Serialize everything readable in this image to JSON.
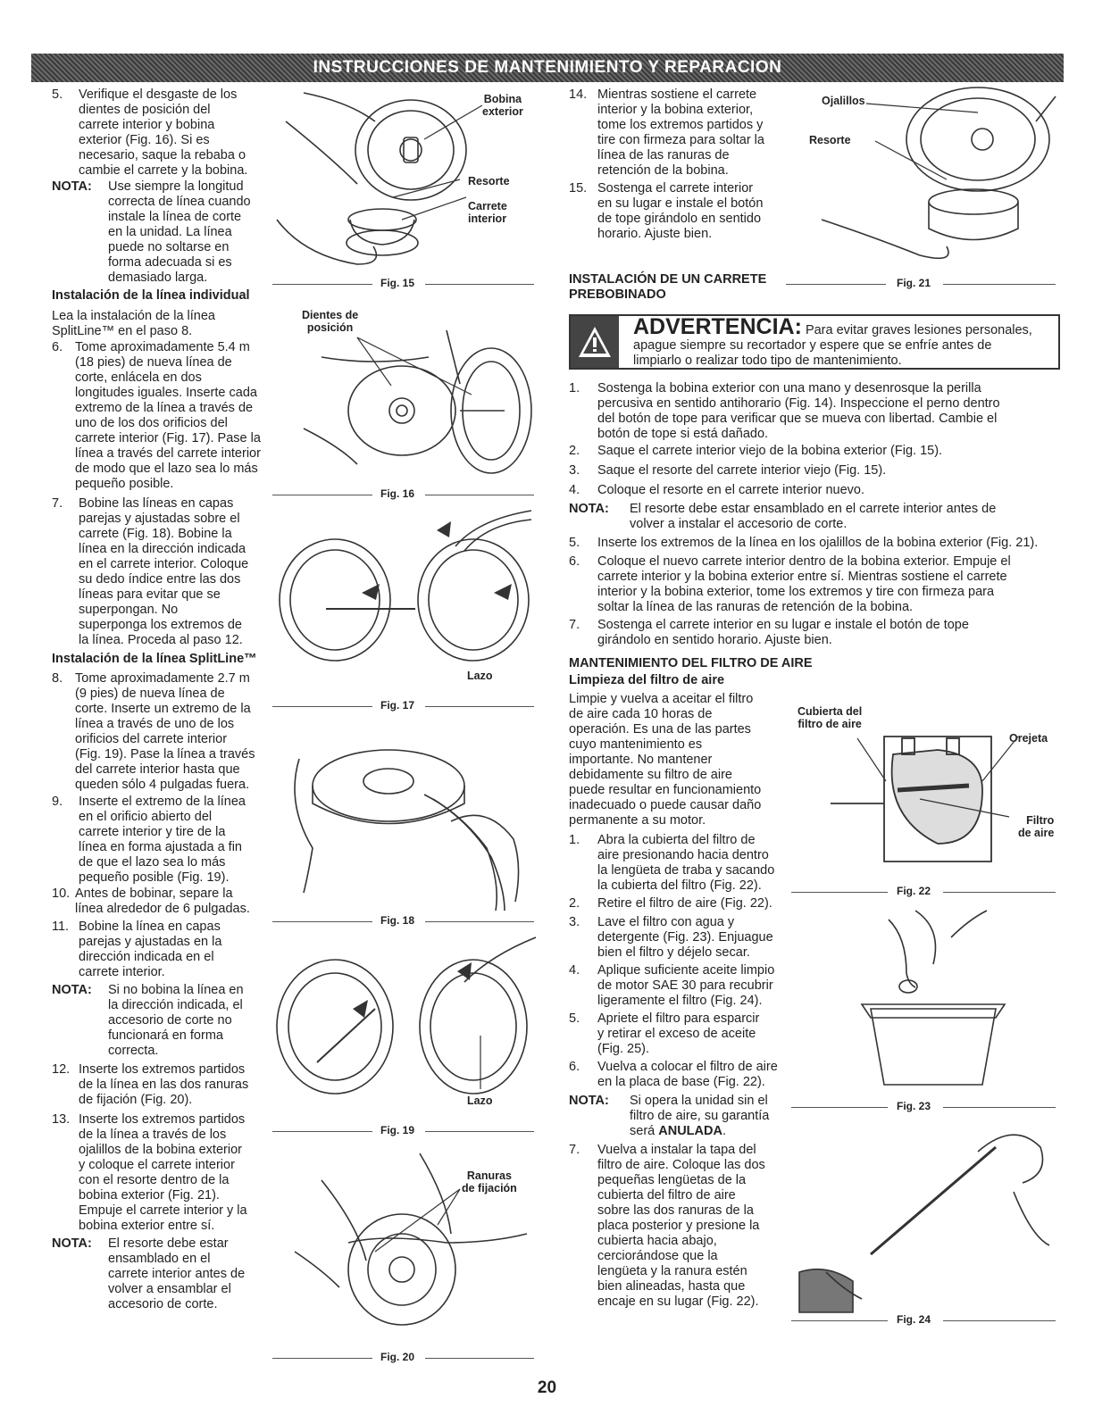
{
  "banner": "INSTRUCCIONES DE MANTENIMIENTO Y REPARACION",
  "page_number": "20",
  "left": {
    "s5_num": "5.",
    "s5_lines": [
      "Verifique el desgaste de los",
      "dientes de posición del",
      "carrete interior y bobina",
      "exterior (Fig. 16). Si es",
      "necesario, saque la rebaba o",
      "cambie el carrete y la bobina."
    ],
    "nota1_label": "NOTA:",
    "nota1_lines": [
      "Use siempre la longitud",
      "correcta de línea cuando",
      "instale la línea de corte",
      "en la unidad. La línea",
      "puede no soltarse en",
      "forma adecuada si es",
      "demasiado larga."
    ],
    "h_individual": "Instalación de la línea individual",
    "intro_lines": [
      "Lea la instalación de la línea",
      "SplitLine™ en el paso 8."
    ],
    "s6_num": "6.",
    "s6_lines": [
      "Tome aproximadamente 5.4 m",
      "(18 pies) de nueva línea de",
      "corte, enlácela en dos",
      "longitudes iguales. Inserte cada",
      "extremo de la línea a través de",
      "uno de los dos orificios del",
      "carrete interior (Fig. 17). Pase la",
      "línea a través del carrete interior",
      "de modo que el lazo sea lo más",
      "pequeño posible."
    ],
    "s7_num": "7.",
    "s7_lines": [
      "Bobine las líneas en capas",
      "parejas y ajustadas sobre el",
      "carrete (Fig. 18). Bobine la",
      "línea en la dirección indicada",
      "en el carrete interior. Coloque",
      "su dedo índice entre las dos",
      "líneas para evitar que se",
      "superpongan. No",
      "superponga los extremos de",
      "la línea. Proceda al paso 12."
    ],
    "h_splitline": "Instalación de la línea SplitLine™",
    "s8_num": "8.",
    "s8_lines": [
      "Tome aproximadamente 2.7 m",
      "(9 pies) de nueva línea de",
      "corte. Inserte un extremo de la",
      "línea a través de uno de los",
      "orificios del carrete interior",
      "(Fig. 19). Pase la línea a través",
      "del carrete interior hasta que",
      "queden sólo 4 pulgadas fuera."
    ],
    "s9_num": "9.",
    "s9_lines": [
      "Inserte el extremo de la línea",
      "en el orificio abierto del",
      "carrete interior y tire de la",
      "línea en forma ajustada a fin",
      "de que el lazo sea lo más",
      "pequeño posible (Fig. 19)."
    ],
    "s10_num": "10.",
    "s10_lines": [
      "Antes de bobinar, separe la",
      "línea alrededor de 6 pulgadas."
    ],
    "s11_num": "11.",
    "s11_lines": [
      "Bobine la línea en capas",
      "parejas y ajustadas en la",
      "dirección indicada en el",
      "carrete interior."
    ],
    "nota2_label": "NOTA:",
    "nota2_lines": [
      "Si no bobina la línea en",
      "la dirección indicada, el",
      "accesorio de corte no",
      "funcionará en forma",
      "correcta."
    ],
    "s12_num": "12.",
    "s12_lines": [
      "Inserte los extremos partidos",
      "de la línea en las dos ranuras",
      "de fijación (Fig. 20)."
    ],
    "s13_num": "13.",
    "s13_lines": [
      "Inserte los extremos partidos",
      "de la línea a través de los",
      "ojalillos de la bobina exterior",
      "y coloque el carrete interior",
      "con el resorte dentro de la",
      "bobina exterior (Fig. 21).",
      "Empuje el carrete interior y la",
      "bobina exterior entre sí."
    ],
    "nota3_label": "NOTA:",
    "nota3_lines": [
      "El resorte debe estar",
      "ensamblado en el",
      "carrete interior antes de",
      "volver a ensamblar el",
      "accesorio de corte."
    ]
  },
  "figures": {
    "fig15": "Fig. 15",
    "fig16": "Fig. 16",
    "fig17": "Fig. 17",
    "fig18": "Fig. 18",
    "fig19": "Fig. 19",
    "fig20": "Fig. 20",
    "fig21": "Fig. 21",
    "fig22": "Fig. 22",
    "fig23": "Fig. 23",
    "fig24": "Fig. 24",
    "lbl_bobina_1": "Bobina",
    "lbl_bobina_2": "exterior",
    "lbl_resorte": "Resorte",
    "lbl_carrete_1": "Carrete",
    "lbl_carrete_2": "interior",
    "lbl_dientes_1": "Dientes de",
    "lbl_dientes_2": "posición",
    "lbl_lazo_17": "Lazo",
    "lbl_lazo_19": "Lazo",
    "lbl_ranuras_1": "Ranuras",
    "lbl_ranuras_2": "de fijación",
    "lbl_ojalillos": "Ojalillos",
    "lbl_resorte_21": "Resorte",
    "lbl_cubierta_1": "Cubierta del",
    "lbl_cubierta_2": "filtro de aire",
    "lbl_orejeta": "Orejeta",
    "lbl_filtro_1": "Filtro",
    "lbl_filtro_2": "de aire"
  },
  "right": {
    "s14_num": "14.",
    "s14_lines": [
      "Mientras sostiene el carrete",
      "interior y la bobina exterior,",
      "tome los extremos partidos y",
      "tire con firmeza para soltar la",
      "línea de las ranuras de",
      "retención de la bobina."
    ],
    "s15_num": "15.",
    "s15_lines": [
      "Sostenga el carrete interior",
      "en su lugar e instale el botón",
      "de tope girándolo en sentido",
      "horario. Ajuste bien."
    ],
    "h_prebobinado_1": "INSTALACIÓN DE UN CARRETE",
    "h_prebobinado_2": "PREBOBINADO",
    "warning_title": "ADVERTENCIA:",
    "warning_first": "Para evitar graves lesiones personales,",
    "warning_lines": [
      "apague siempre su recortador y espere que se enfríe antes de",
      "limpiarlo o realizar todo tipo de mantenimiento."
    ],
    "p1_num": "1.",
    "p1_lines": [
      "Sostenga la bobina exterior con una mano y desenrosque la perilla",
      "percusiva en sentido antihorario (Fig. 14). Inspeccione el perno dentro",
      "del botón de tope para verificar que se mueva con libertad. Cambie el",
      "botón de tope si está dañado."
    ],
    "p2_num": "2.",
    "p2_lines": [
      "Saque el carrete interior viejo de la bobina exterior (Fig. 15)."
    ],
    "p3_num": "3.",
    "p3_lines": [
      "Saque el resorte del carrete interior viejo (Fig. 15)."
    ],
    "p4_num": "4.",
    "p4_lines": [
      "Coloque el resorte en el carrete interior nuevo."
    ],
    "nota4_label": "NOTA:",
    "nota4_lines": [
      "El resorte debe estar ensamblado en el carrete interior antes de",
      "volver a instalar el accesorio de corte."
    ],
    "p5_num": "5.",
    "p5_lines": [
      "Inserte los extremos de la línea en los ojalillos de la bobina exterior (Fig. 21)."
    ],
    "p6_num": "6.",
    "p6_lines": [
      "Coloque el nuevo carrete interior dentro de la bobina exterior. Empuje el",
      "carrete interior y la bobina exterior entre sí. Mientras sostiene el carrete",
      "interior y la bobina exterior, tome los extremos y tire con firmeza para",
      "soltar la línea de las ranuras de retención de la bobina."
    ],
    "p7_num": "7.",
    "p7_lines": [
      "Sostenga el carrete interior en su lugar e instale el botón de tope",
      "girándolo en sentido horario. Ajuste bien."
    ],
    "h_filtro": "MANTENIMIENTO DEL FILTRO DE AIRE",
    "h_limpieza": "Limpieza del filtro de aire",
    "filtro_intro": [
      "Limpie y vuelva a aceitar el filtro",
      "de aire cada 10 horas de",
      "operación. Es una de las partes",
      "cuyo mantenimiento es",
      "importante. No mantener",
      "debidamente su filtro de aire",
      "puede resultar en funcionamiento",
      "inadecuado o puede causar daño",
      "permanente a su motor."
    ],
    "f1_num": "1.",
    "f1_lines": [
      "Abra la cubierta del filtro de",
      "aire presionando hacia dentro",
      "la lengüeta de traba y sacando",
      "la cubierta del filtro (Fig. 22)."
    ],
    "f2_num": "2.",
    "f2_lines": [
      "Retire el filtro de aire (Fig. 22)."
    ],
    "f3_num": "3.",
    "f3_lines": [
      "Lave el filtro con agua y",
      "detergente (Fig. 23). Enjuague",
      "bien el filtro y déjelo secar."
    ],
    "f4_num": "4.",
    "f4_lines": [
      "Aplique suficiente aceite limpio",
      "de motor SAE 30 para recubrir",
      "ligeramente el filtro (Fig. 24)."
    ],
    "f5_num": "5.",
    "f5_lines": [
      "Apriete el filtro para esparcir",
      "y retirar el exceso de aceite",
      "(Fig. 25)."
    ],
    "f6_num": "6.",
    "f6_lines": [
      "Vuelva a colocar el filtro de aire",
      "en la placa de base (Fig. 22)."
    ],
    "nota5_label": "NOTA:",
    "nota5_lines": [
      "Si opera la unidad sin el",
      "filtro de aire, su garantía",
      "será "
    ],
    "nota5_bold": "ANULADA",
    "nota5_end": ".",
    "f7_num": "7.",
    "f7_lines": [
      "Vuelva a instalar la tapa del",
      "filtro de aire. Coloque las dos",
      "pequeñas lengüetas de la",
      "cubierta del filtro de aire",
      "sobre las dos ranuras de la",
      "placa posterior y presione la",
      "cubierta hacia abajo,",
      "cerciorándose que la",
      "lengüeta y la ranura estén",
      "bien alineadas, hasta que",
      "encaje en su lugar (Fig. 22)."
    ]
  }
}
